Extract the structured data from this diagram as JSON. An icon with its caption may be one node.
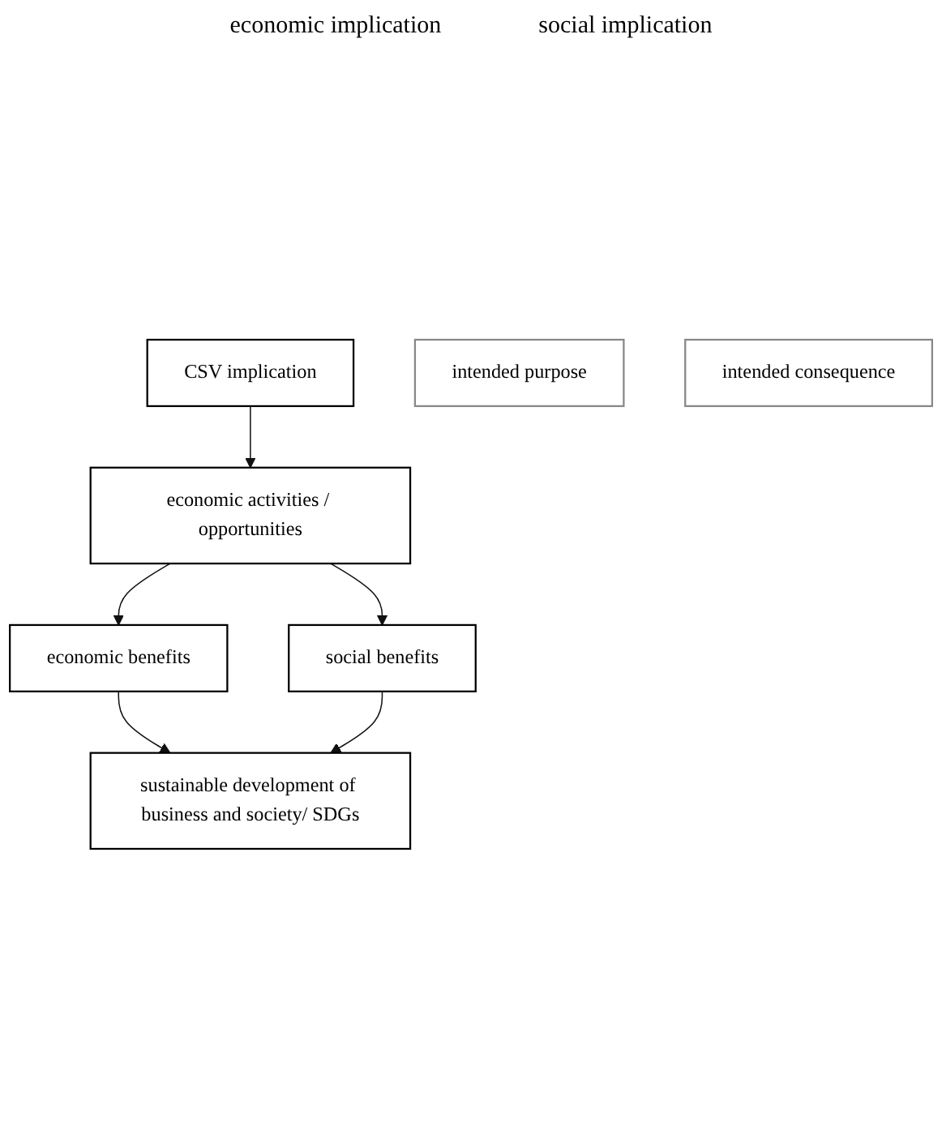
{
  "diagram": {
    "nodes": [
      {
        "text": [
          "CSV implication"
        ]
      },
      {
        "text": [
          "economic activities / opportunities"
        ]
      },
      {
        "text": [
          "intended purpose"
        ]
      },
      {
        "text": [
          "economic benefits"
        ]
      },
      {
        "text": [
          "social benefits"
        ]
      },
      {
        "text": [
          "intended consequence"
        ]
      },
      {
        "text": [
          "sustainable development of business and society/ SDGs"
        ]
      }
    ],
    "edges": [
      {
        "from": 0,
        "to": 1,
        "arrow": "to"
      },
      {
        "from": 1,
        "to": 3,
        "arrow": "to"
      },
      {
        "from": 1,
        "to": 4,
        "arrow": "to"
      },
      {
        "from": 3,
        "to": 6,
        "arrow": "to"
      },
      {
        "from": 4,
        "to": 6,
        "arrow": "to"
      }
    ],
    "labels": [
      "economic implication",
      "social implication"
    ]
  }
}
